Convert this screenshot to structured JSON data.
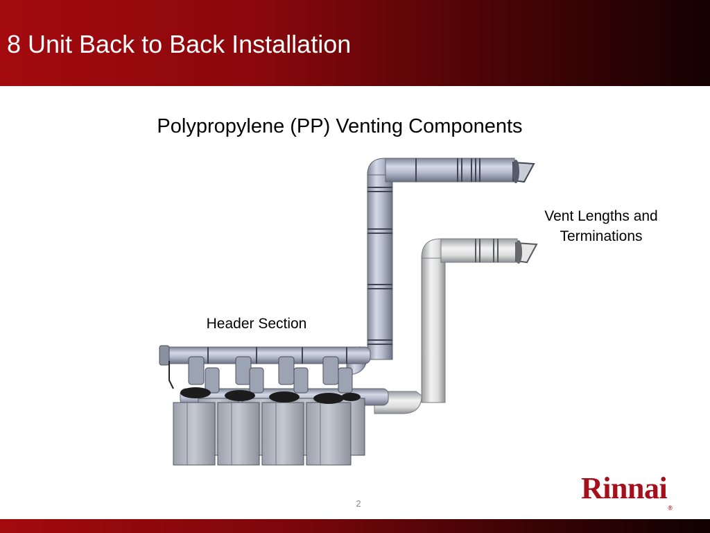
{
  "slide": {
    "title": "8 Unit Back to Back Installation",
    "subtitle": "Polypropylene (PP) Venting Components",
    "page_number": "2"
  },
  "diagram": {
    "callouts": {
      "vent": "Vent Lengths and Terminations",
      "header": "Header Section"
    },
    "water_heater_unit_count": 8
  },
  "brand": {
    "logo_text": "Rinnai",
    "logo_mark": "®",
    "accent_color": "#a30a0e",
    "logo_color": "#a3101b"
  }
}
